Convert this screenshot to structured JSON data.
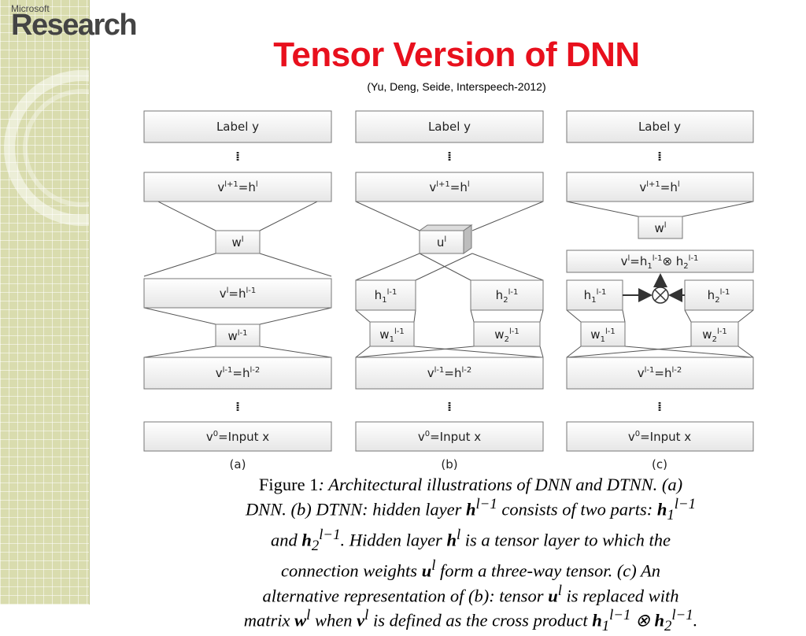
{
  "logo": {
    "microsoft": "Microsoft",
    "research": "Research"
  },
  "slide": {
    "title": "Tensor Version of DNN",
    "subtitle": "(Yu, Deng, Seide, Interspeech-2012)"
  },
  "diagram": {
    "a": {
      "label_y": "Label y",
      "top_layer": "v^(l+1)=h^l",
      "weight_top": "W^l",
      "mid_layer": "v^l=h^(l-1)",
      "weight_low": "W^(l-1)",
      "low_layer": "v^(l-1)=h^(l-2)",
      "input": "v^0=Input x",
      "panel_label": "(a)"
    },
    "b": {
      "label_y": "Label y",
      "top_layer": "v^(l+1)=h^l",
      "tensor": "u^l",
      "h1": "h1^(l-1)",
      "h2": "h2^(l-1)",
      "w1": "W1^(l-1)",
      "w2": "W2^(l-1)",
      "low_layer": "v^(l-1)=h^(l-2)",
      "input": "v^0=Input x",
      "panel_label": "(b)"
    },
    "c": {
      "label_y": "Label y",
      "top_layer": "v^(l+1)=h^l",
      "weight_top": "W^l",
      "cross_layer": "v^l=h1^(l-1) ⊗ h2^(l-1)",
      "h1": "h1^(l-1)",
      "h2": "h2^(l-1)",
      "w1": "W1^(l-1)",
      "w2": "W2^(l-1)",
      "low_layer": "v^(l-1)=h^(l-2)",
      "input": "v^0=Input x",
      "panel_label": "(c)"
    }
  },
  "caption": {
    "figure_label": "Figure 1",
    "text": "Architectural illustrations of DNN and DTNN. (a) DNN. (b) DTNN: hidden layer h^(l−1) consists of two parts: h1^(l−1) and h2^(l−1). Hidden layer h^l is a tensor layer to which the connection weights u^l form a three-way tensor. (c) An alternative representation of (b): tensor u^l is replaced with matrix w^l when v^l is defined as the cross product h1^(l−1) ⊗ h2^(l−1)."
  }
}
